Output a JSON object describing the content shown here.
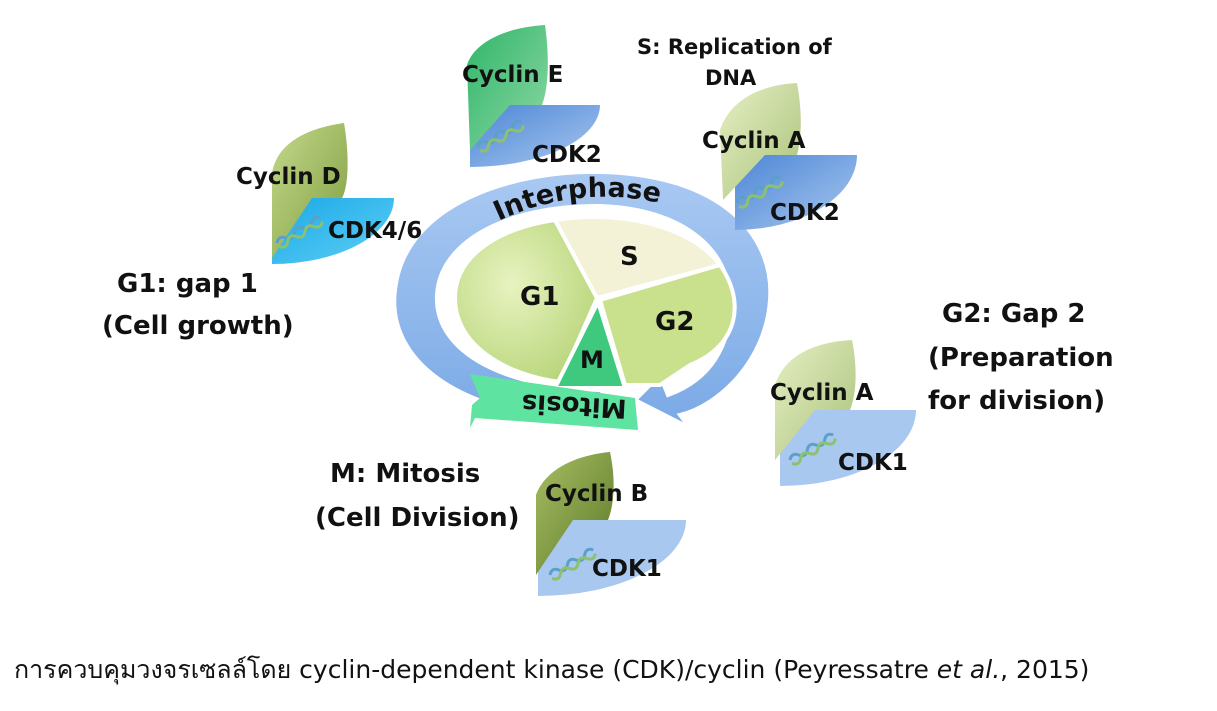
{
  "cycle": {
    "ring_label": "Interphase",
    "mitosis_label": "Mitosis",
    "phases": [
      "G1",
      "S",
      "G2",
      "M"
    ]
  },
  "phase_notes": {
    "g1": [
      "G1: gap 1",
      "(Cell growth)"
    ],
    "s": [
      "S: Replication of",
      "DNA"
    ],
    "g2": [
      "G2: Gap 2",
      "(Preparation",
      "for division)"
    ],
    "m": [
      "M: Mitosis",
      "(Cell Division)"
    ]
  },
  "complexes": [
    {
      "cyclin": "Cyclin D",
      "cdk": "CDK4/6"
    },
    {
      "cyclin": "Cyclin E",
      "cdk": "CDK2"
    },
    {
      "cyclin": "Cyclin A",
      "cdk": "CDK2"
    },
    {
      "cyclin": "Cyclin A",
      "cdk": "CDK1"
    },
    {
      "cyclin": "Cyclin B",
      "cdk": "CDK1"
    }
  ],
  "caption": {
    "text": "การควบคุมวงจรเซลล์โดย cyclin-dependent kinase (CDK)/cyclin (Peyressatre ",
    "italic": "et al.",
    "tail": ", 2015)"
  },
  "colors": {
    "ring": "#8db8ec",
    "g1": "#cfe49a",
    "s": "#f3f2d6",
    "m": "#3ec97f",
    "mitosis_banner": "#5fe3a0"
  }
}
